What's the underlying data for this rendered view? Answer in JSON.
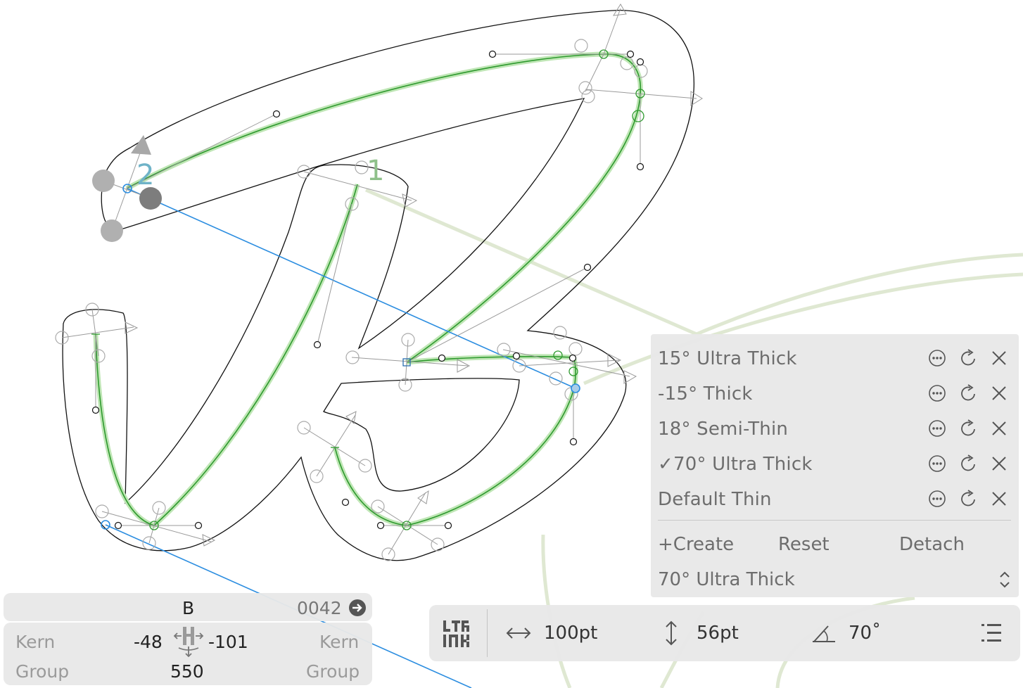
{
  "presets": {
    "items": [
      {
        "label": "15° Ultra Thick",
        "checked": false
      },
      {
        "label": "-15° Thick",
        "checked": false
      },
      {
        "label": "18° Semi-Thin",
        "checked": false
      },
      {
        "label": "✓70° Ultra Thick",
        "checked": true
      },
      {
        "label": "Default Thin",
        "checked": false
      }
    ],
    "actions": {
      "create": "+Create",
      "reset": "Reset",
      "detach": "Detach"
    },
    "selected": "70° Ultra Thick",
    "row_icons": [
      "ellipsis-circle-icon",
      "rotate-icon",
      "close-icon"
    ]
  },
  "toolbar": {
    "width": "100pt",
    "height": "56pt",
    "angle": "70˚",
    "icons": [
      "letterink-logo-icon",
      "horizontal-arrow-icon",
      "vertical-arrow-icon",
      "angle-icon",
      "list-menu-icon"
    ]
  },
  "glyph": {
    "name": "B",
    "unicode": "0042"
  },
  "metrics": {
    "left_kern_label": "Kern",
    "right_kern_label": "Kern",
    "left_group_label": "Group",
    "right_group_label": "Group",
    "left_kern": "-48",
    "right_kern": "-101",
    "advance_width": "550"
  },
  "canvas": {
    "point_labels": [
      "1",
      "2"
    ]
  },
  "colors": {
    "skeleton": "#3aa43a",
    "selection_line": "#2b8de0",
    "guide": "#dfe8d2",
    "outline": "#111111",
    "panel_bg": "#e8e8e8"
  }
}
